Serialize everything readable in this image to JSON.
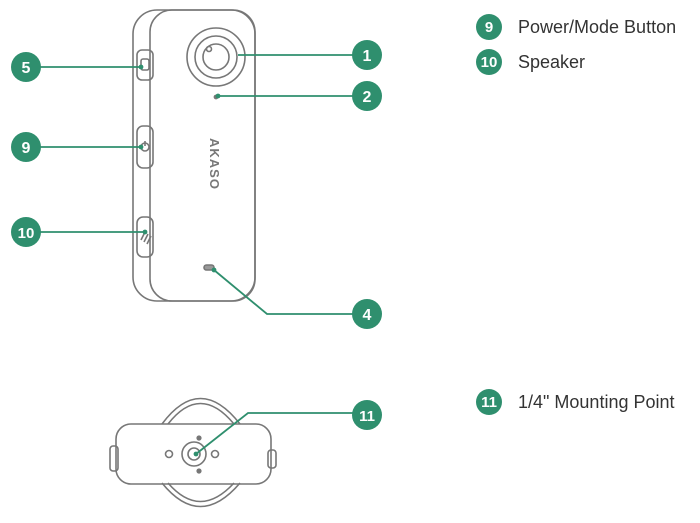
{
  "brand": "AKASO",
  "colors": {
    "accent": "#2f8f6e",
    "outline": "#777777",
    "text": "#333333"
  },
  "callouts": [
    "1",
    "2",
    "4",
    "5",
    "9",
    "10",
    "11"
  ],
  "legend": [
    {
      "number": "9",
      "label": "Power/Mode Button"
    },
    {
      "number": "10",
      "label": "Speaker"
    },
    {
      "number": "11",
      "label": "1/4\" Mounting Point"
    }
  ]
}
